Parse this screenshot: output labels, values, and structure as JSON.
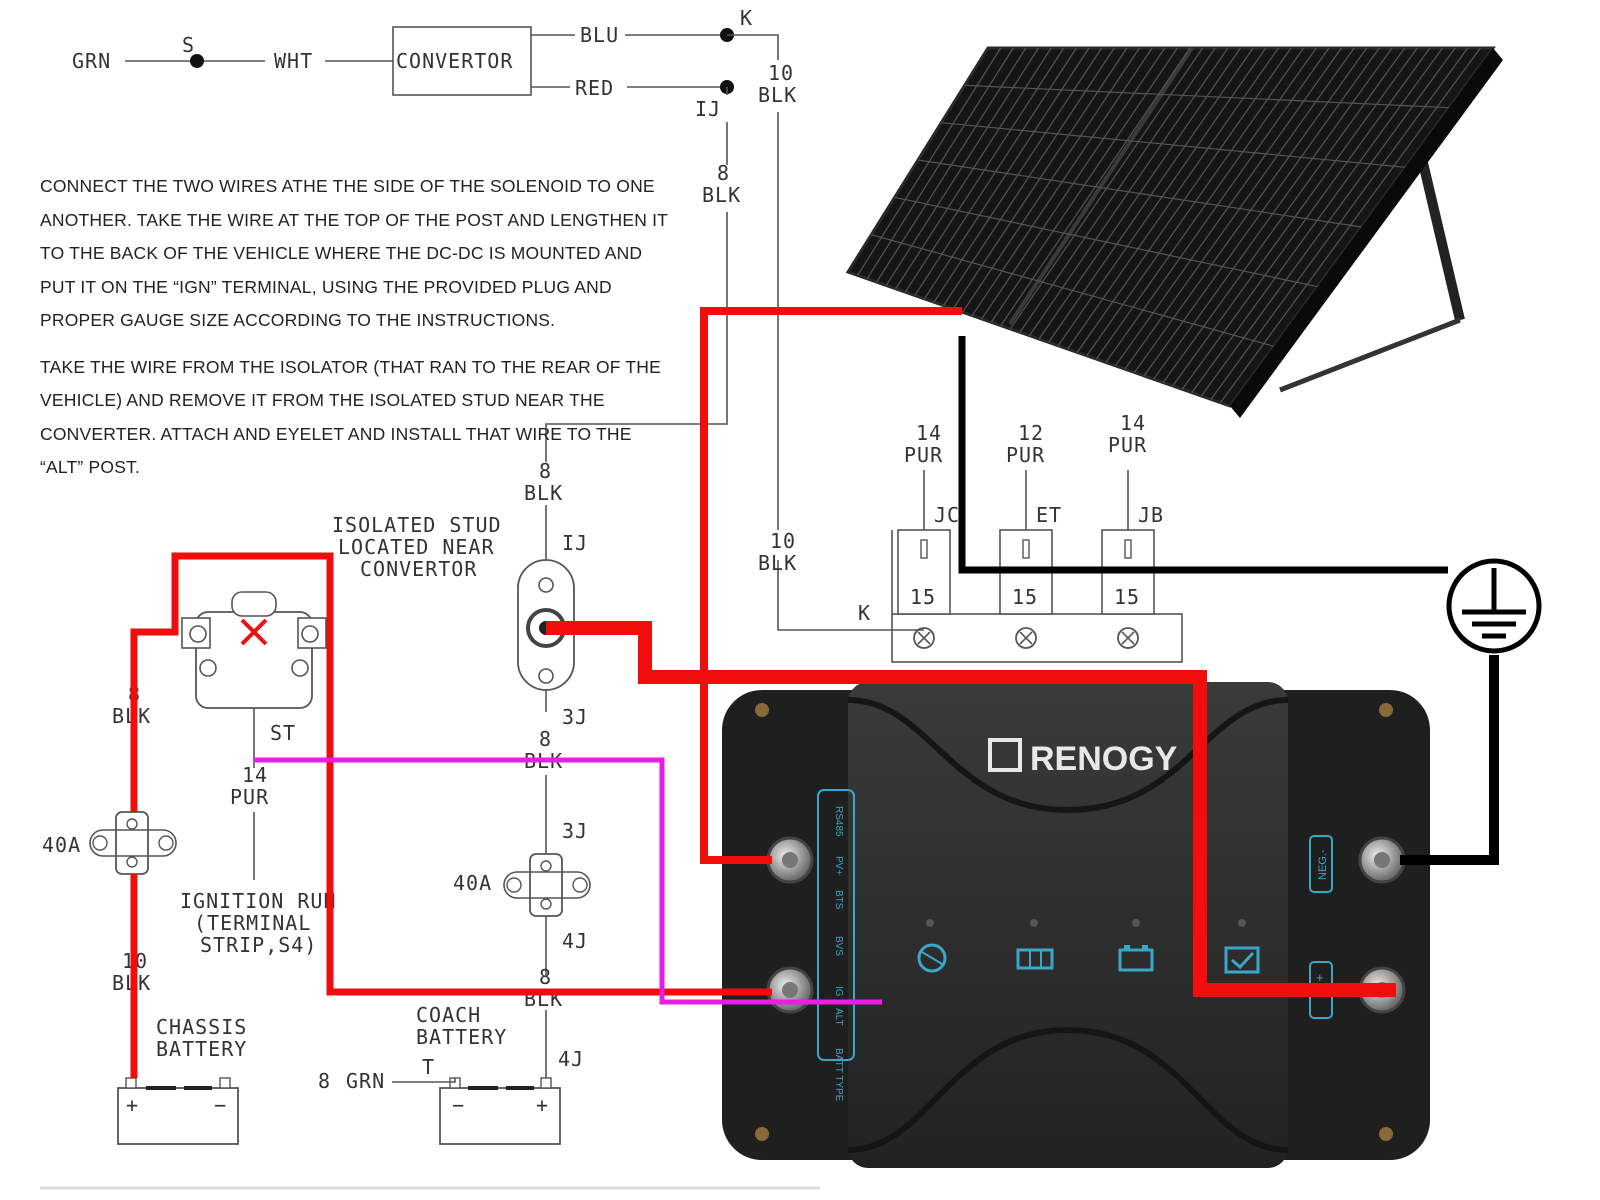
{
  "colors": {
    "red_wire": "#f20d0d",
    "magenta_wire": "#e81ee6",
    "black_wire": "#000000",
    "schematic_line": "#555555",
    "panel_body": "#1a1a1a",
    "controller_body": "#2b2b2b",
    "controller_accent": "#3aa6c8"
  },
  "notes": [
    "CONNECT THE TWO WIRES ATHE THE SIDE OF THE SOLENOID TO ONE ANOTHER. TAKE THE WIRE AT THE TOP OF THE POST AND LENGTHEN IT TO THE BACK OF THE VEHICLE WHERE THE DC-DC IS MOUNTED AND PUT IT ON THE “IGN” TERMINAL, USING THE PROVIDED PLUG AND PROPER GAUGE SIZE ACCORDING TO THE INSTRUCTIONS.",
    "TAKE THE WIRE FROM THE ISOLATOR (THAT RAN TO THE REAR OF THE VEHICLE) AND REMOVE IT FROM THE ISOLATED STUD NEAR THE CONVERTER. ATTACH AND EYELET AND INSTALL THAT WIRE TO THE “ALT” POST."
  ],
  "schematic": {
    "top": {
      "grn": "GRN",
      "s": "S",
      "wht": "WHT",
      "convertor": "CONVERTOR",
      "blu": "BLU",
      "red": "RED",
      "k": "K",
      "k_gauge": "10",
      "k_color": "BLK",
      "ij": "IJ",
      "ij_gauge": "8",
      "ij_color": "BLK"
    },
    "stud": {
      "caption_line1": "ISOLATED STUD",
      "caption_line2": "LOCATED NEAR",
      "caption_line3": "CONVERTOR",
      "gauge": "8",
      "color": "BLK",
      "ij": "IJ",
      "three_j": "3J",
      "gauge2": "8",
      "color2": "BLK"
    },
    "solenoid": {
      "left_gauge": "8",
      "left_color": "BLK",
      "st": "ST",
      "st_gauge": "14",
      "st_color": "PUR",
      "fuse": "40A",
      "chassis_gauge": "10",
      "chassis_color": "BLK",
      "ignition_line1": "IGNITION RUN",
      "ignition_line2": "(TERMINAL",
      "ignition_line3": "STRIP,S4)"
    },
    "coach_fuse": {
      "fuse": "40A",
      "three_j": "3J",
      "four_j": "4J",
      "gauge": "8",
      "color": "BLK",
      "four_j_bottom": "4J"
    },
    "batteries": {
      "chassis_line1": "CHASSIS",
      "chassis_line2": "BATTERY",
      "coach_line1": "COACH",
      "coach_line2": "BATTERY",
      "grn_gauge": "8",
      "grn": "GRN",
      "t": "T",
      "plus": "+",
      "minus": "−"
    },
    "terminal_strip": {
      "terms": [
        {
          "gauge": "14",
          "color": "PUR",
          "id": "JC",
          "num": "15"
        },
        {
          "gauge": "12",
          "color": "PUR",
          "id": "ET",
          "num": "15"
        },
        {
          "gauge": "14",
          "color": "PUR",
          "id": "JB",
          "num": "15"
        }
      ],
      "k_gauge": "10",
      "k_color": "BLK",
      "k": "K"
    }
  },
  "controller": {
    "brand": "RENOGY",
    "left_labels": [
      "RS485",
      "PV+",
      "BTS",
      "BVS",
      "IG",
      "ALT",
      "BATT TYPE"
    ],
    "neg_label": "NEG.-",
    "pos_label": "+",
    "icons": [
      "engine-icon",
      "solar-icon",
      "battery-icon",
      "check-icon"
    ]
  }
}
